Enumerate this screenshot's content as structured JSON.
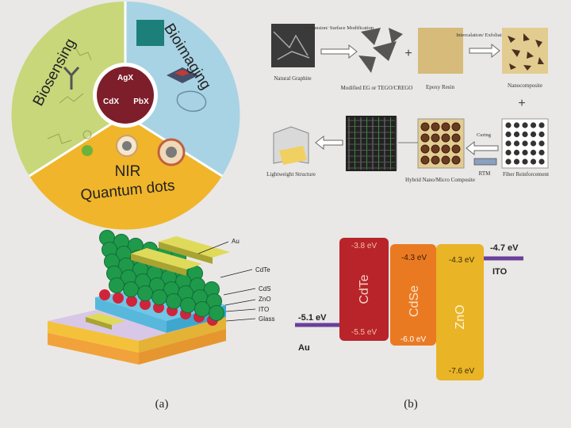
{
  "wheel": {
    "segments": [
      {
        "label": "Biosensing",
        "color": "#c7d77a"
      },
      {
        "label": "Bioimaging",
        "color": "#a8d3e4"
      },
      {
        "label": "NIR",
        "color": "#f0b52a"
      },
      {
        "label": "Quantum dots",
        "color": "#f0b52a"
      }
    ],
    "center": {
      "color": "#7d1e2a",
      "labels": [
        "AgX",
        "CdX",
        "PbX"
      ]
    }
  },
  "flowchart": {
    "steps": [
      "Expansion/ Surface Modification",
      "Natural Graphite",
      "Modified EG or TEGO/CREGO",
      "Epoxy Resin",
      "Intercalation/ Exfoliation",
      "Nanocomposite",
      "Curing",
      "RTM",
      "Fiber Reinforcement",
      "Hybrid Nano/Micro Composite",
      "Lightweight Structure"
    ],
    "plus": "+"
  },
  "device": {
    "layers": [
      "Au",
      "CdTe",
      "CdS",
      "ZnO",
      "ITO",
      "Glass"
    ],
    "caption": "(a)"
  },
  "band": {
    "materials": [
      {
        "name": "CdTe",
        "top": "-3.8 eV",
        "bottom": "-5.5 eV",
        "color": "#b8242a"
      },
      {
        "name": "CdSe",
        "top": "-4.3 eV",
        "bottom": "-6.0 eV",
        "color": "#ea7a22"
      },
      {
        "name": "ZnO",
        "top": "-4.3 eV",
        "bottom": "-7.6 eV",
        "color": "#e9b426"
      }
    ],
    "electrodes": [
      {
        "name": "Au",
        "energy": "-5.1 eV",
        "color": "#6a3f9a"
      },
      {
        "name": "ITO",
        "energy": "-4.7 eV",
        "color": "#6a3f9a"
      }
    ],
    "caption": "(b)"
  }
}
